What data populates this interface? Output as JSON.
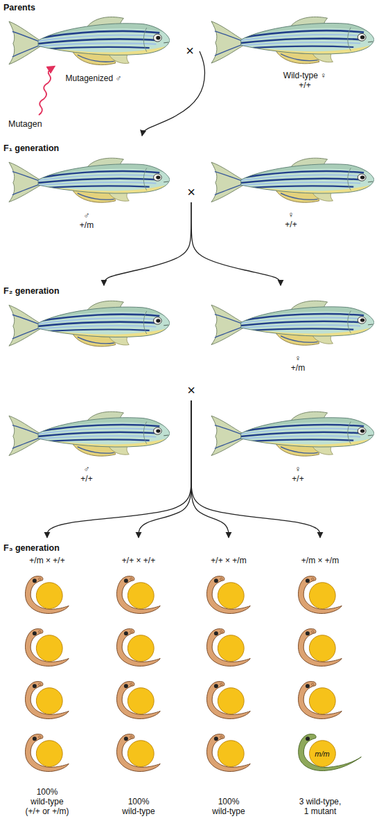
{
  "diagram": {
    "nodes": [
      {
        "text": [
          "Mutagenized ♂"
        ]
      },
      {
        "text": [
          "×"
        ]
      },
      {
        "text": [
          "Wild-type ♀",
          "+/+"
        ]
      },
      {
        "text": [
          "♂",
          "+/m"
        ]
      },
      {
        "text": [
          "×"
        ]
      },
      {
        "text": [
          "♀",
          "+/+"
        ]
      },
      {
        "text": []
      },
      {
        "text": [
          "♀",
          "+/m"
        ]
      },
      {
        "text": [
          "×"
        ]
      },
      {
        "text": [
          "♂",
          "+/+"
        ]
      },
      {
        "text": [
          "♀",
          "+/+"
        ]
      },
      {
        "text": [
          "+/m × +/+",
          "100% wild-type (+/+ or +/m)"
        ]
      },
      {
        "text": [
          "+/+ × +/+",
          "100% wild-type"
        ]
      },
      {
        "text": [
          "+/+ × +/m",
          "100% wild-type"
        ]
      },
      {
        "text": [
          "+/m × +/m",
          "3 wild-type, 1 mutant"
        ]
      }
    ],
    "edges": [
      {
        "from": 1,
        "to": 3,
        "arrow": "to"
      },
      {
        "from": 4,
        "to": 6,
        "arrow": "to"
      },
      {
        "from": 4,
        "to": 7,
        "arrow": "to"
      },
      {
        "from": 8,
        "to": 11,
        "arrow": "to"
      },
      {
        "from": 8,
        "to": 12,
        "arrow": "to"
      },
      {
        "from": 8,
        "to": 13,
        "arrow": "to"
      },
      {
        "from": 8,
        "to": 14,
        "arrow": "to"
      }
    ],
    "labels": [
      "Parents",
      "Mutagen",
      "F₁ generation",
      "F₂ generation",
      "F₃ generation",
      "m/m"
    ]
  }
}
